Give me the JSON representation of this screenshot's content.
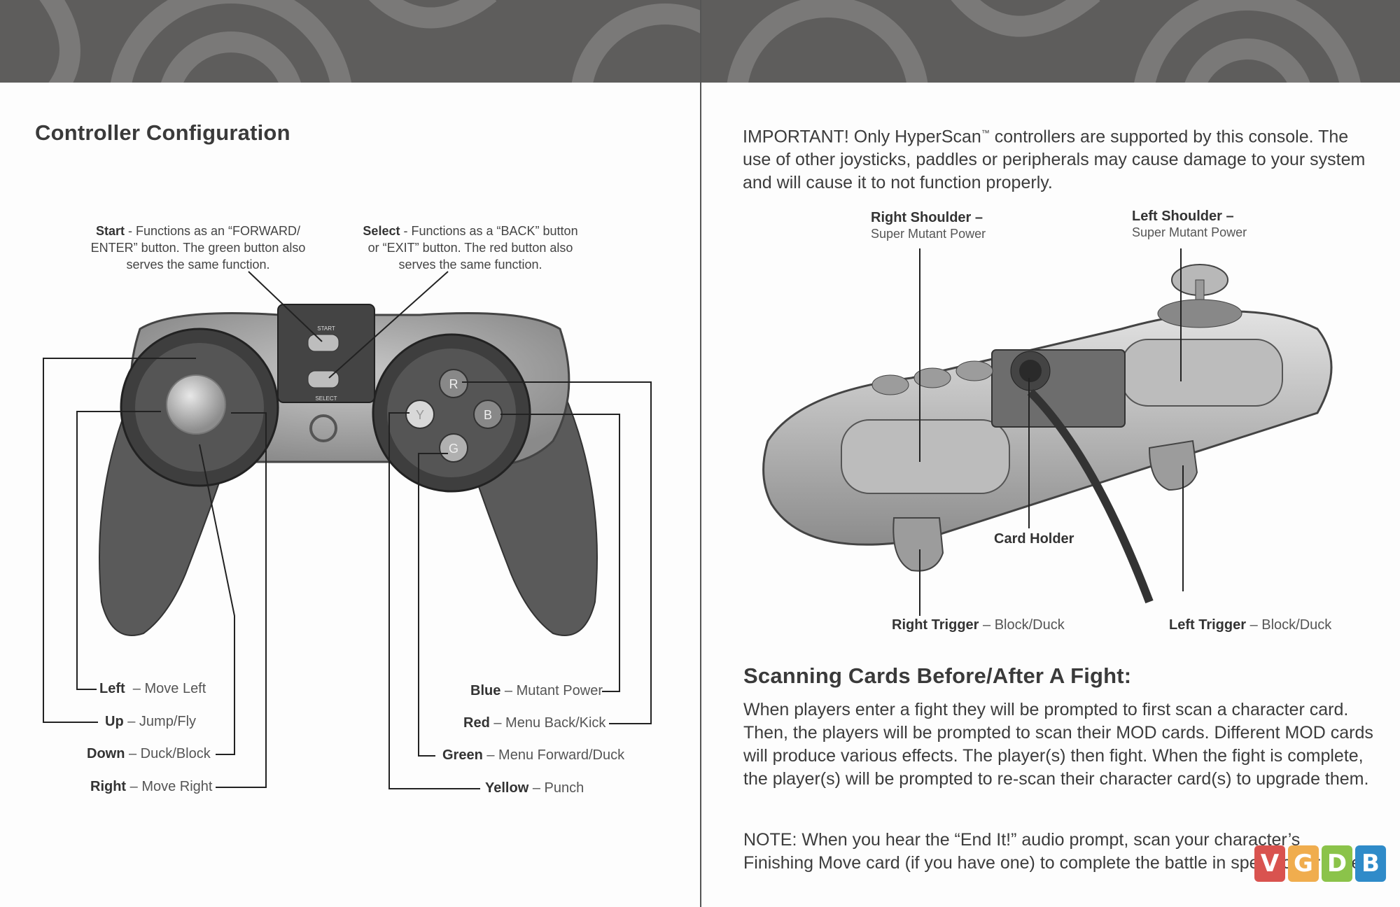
{
  "left_page": {
    "title": "Controller Configuration",
    "start_callout": {
      "name": "Start",
      "text": " - Functions as an “FORWARD/ ENTER” button. The green button also serves the same function."
    },
    "select_callout": {
      "name": "Select",
      "text": " - Functions as a “BACK” button or “EXIT” button. The red button also serves the same function."
    },
    "dpad_labels": [
      {
        "name": "Left",
        "action": "– Move Left"
      },
      {
        "name": "Up",
        "action": "– Jump/Fly"
      },
      {
        "name": "Down",
        "action": "– Duck/Block"
      },
      {
        "name": "Right",
        "action": "– Move Right"
      }
    ],
    "button_labels": [
      {
        "name": "Blue",
        "action": "– Mutant Power"
      },
      {
        "name": "Red",
        "action": "– Menu Back/Kick"
      },
      {
        "name": "Green",
        "action": "– Menu Forward/Duck"
      },
      {
        "name": "Yellow",
        "action": "– Punch"
      }
    ],
    "pad_text": {
      "start": "START",
      "select": "SELECT",
      "y": "Y",
      "b": "B",
      "g": "G",
      "r": "R"
    }
  },
  "right_page": {
    "important": {
      "lead": "IMPORTANT!",
      "text_a": " Only HyperScan",
      "tm": "™",
      "text_b": " controllers are supported by this console. The use of other joysticks, paddles or peripherals may cause damage to your system and will cause it to not function properly."
    },
    "diagram_labels": {
      "right_shoulder": {
        "name": "Right Shoulder",
        "dash": " –",
        "sub": "Super Mutant Power"
      },
      "left_shoulder": {
        "name": "Left Shoulder",
        "dash": " –",
        "sub": "Super Mutant Power"
      },
      "card_holder": "Card Holder",
      "right_trigger": {
        "name": "Right Trigger",
        "action": " – Block/Duck"
      },
      "left_trigger": {
        "name": "Left Trigger",
        "action": " – Block/Duck"
      }
    },
    "scanning_heading": "Scanning Cards Before/After A Fight:",
    "scanning_text": "When players enter a fight they will be prompted to first scan a character card. Then, the players will be prompted to scan their MOD cards. Different MOD cards will produce various effects. The player(s) then fight.  When the fight is complete, the player(s) will be prompted to re-scan their character card(s) to upgrade them.",
    "note": {
      "lead": "NOTE:",
      "text": " When you hear the “End It!” audio prompt, scan your character’s Finishing Move card (if you have one) to complete the battle in spectacular style."
    }
  },
  "watermark": {
    "letters": [
      "V",
      "G",
      "D",
      "B"
    ],
    "colors": [
      "#d9534f",
      "#f0ad4e",
      "#8bc34a",
      "#2f8bc9"
    ]
  }
}
